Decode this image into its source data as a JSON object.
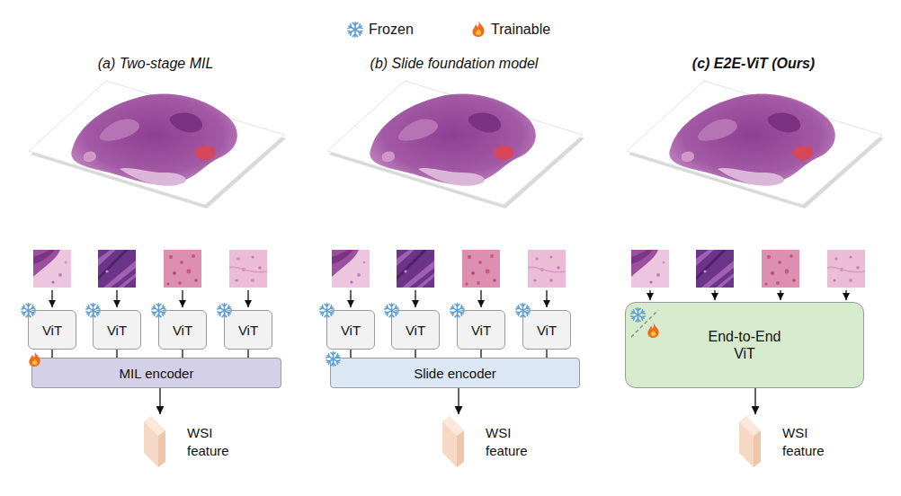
{
  "diagram": {
    "nodes": [
      {
        "text": [
          "ViT"
        ]
      },
      {
        "text": [
          "ViT"
        ]
      },
      {
        "text": [
          "ViT"
        ]
      },
      {
        "text": [
          "ViT"
        ]
      },
      {
        "text": [
          "MIL encoder"
        ]
      },
      {
        "text": [
          "WSI feature"
        ]
      },
      {
        "text": [
          "ViT"
        ]
      },
      {
        "text": [
          "ViT"
        ]
      },
      {
        "text": [
          "ViT"
        ]
      },
      {
        "text": [
          "ViT"
        ]
      },
      {
        "text": [
          "Slide encoder"
        ]
      },
      {
        "text": [
          "WSI feature"
        ]
      },
      {
        "text": [
          "End-to-End ViT"
        ]
      },
      {
        "text": [
          "WSI feature"
        ]
      }
    ],
    "edges": [
      {
        "from": 0,
        "to": 4,
        "arrow": "none"
      },
      {
        "from": 1,
        "to": 4,
        "arrow": "none"
      },
      {
        "from": 2,
        "to": 4,
        "arrow": "none"
      },
      {
        "from": 3,
        "to": 4,
        "arrow": "none"
      },
      {
        "from": 4,
        "to": 5,
        "arrow": "to"
      },
      {
        "from": 6,
        "to": 10,
        "arrow": "none"
      },
      {
        "from": 7,
        "to": 10,
        "arrow": "none"
      },
      {
        "from": 8,
        "to": 10,
        "arrow": "none"
      },
      {
        "from": 9,
        "to": 10,
        "arrow": "none"
      },
      {
        "from": 10,
        "to": 11,
        "arrow": "to"
      },
      {
        "from": 12,
        "to": 13,
        "arrow": "to"
      }
    ],
    "labels": [
      "(a) Two-stage MIL",
      "(b) Slide foundation model",
      "(c) E2E-ViT (Ours)"
    ],
    "legend": [
      {
        "text": "Frozen"
      },
      {
        "text": "Trainable"
      }
    ]
  }
}
